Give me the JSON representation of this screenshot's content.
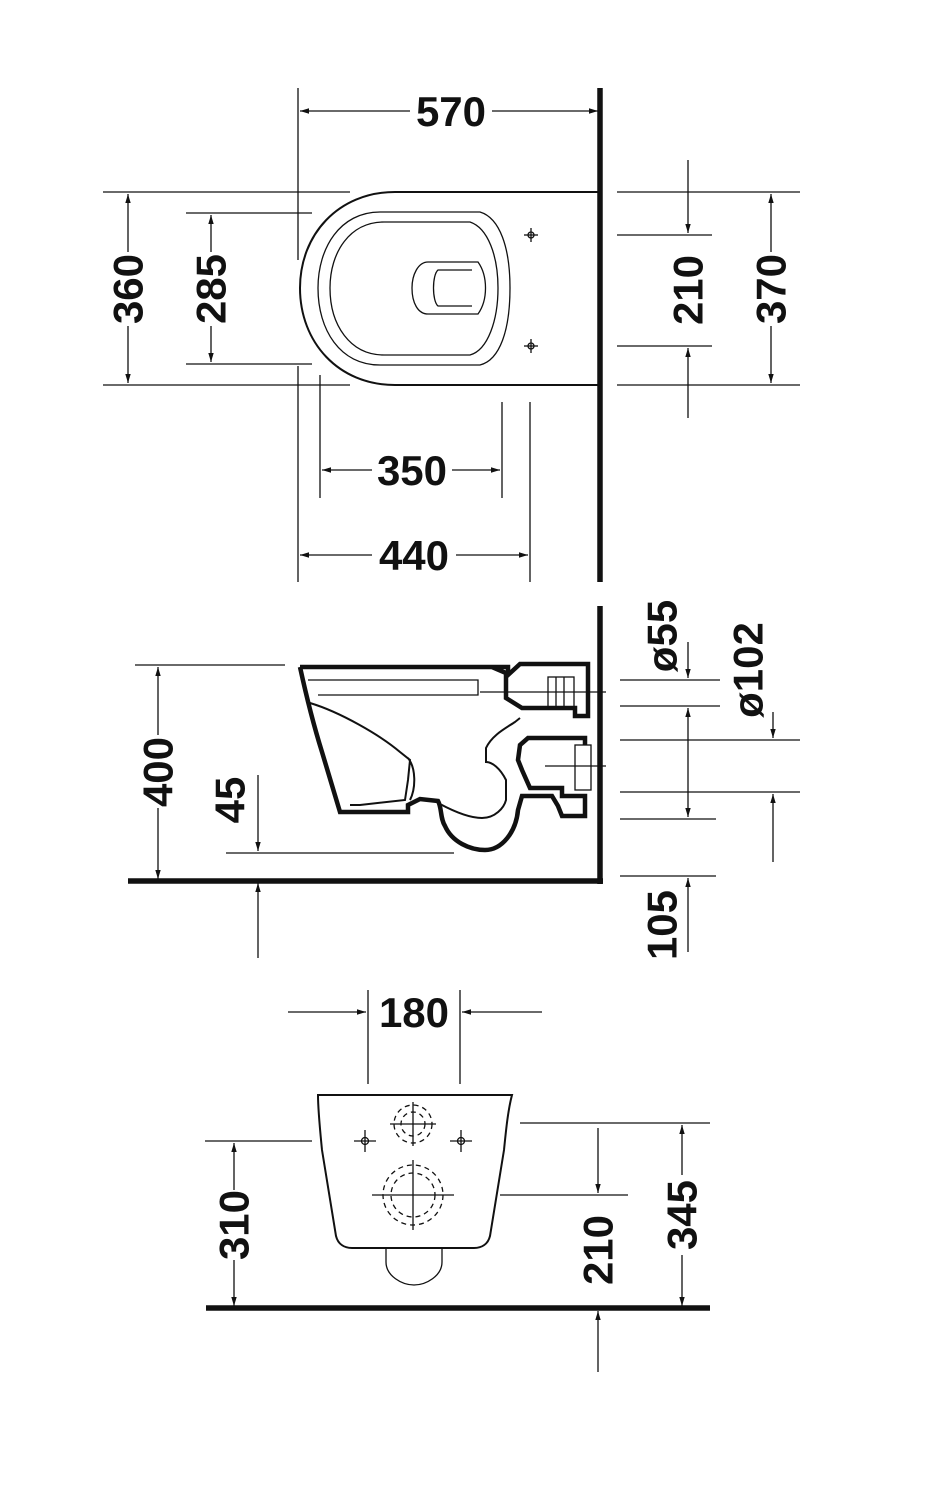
{
  "top_view": {
    "total_depth": "570",
    "seat_width": "360",
    "opening_width": "285",
    "opening_depth": "350",
    "bowl_depth": "440",
    "fixing_spacing": "210",
    "outer_fixing_spacing": "370"
  },
  "side_view": {
    "mount_height": "400",
    "bowl_clearance": "45",
    "inlet_diameter": "ø55",
    "outlet_diameter": "ø102",
    "outlet_height": "105"
  },
  "rear_view": {
    "inlet_spacing": "180",
    "outlet_height": "310",
    "fixing_height": "210",
    "total_height": "345"
  }
}
